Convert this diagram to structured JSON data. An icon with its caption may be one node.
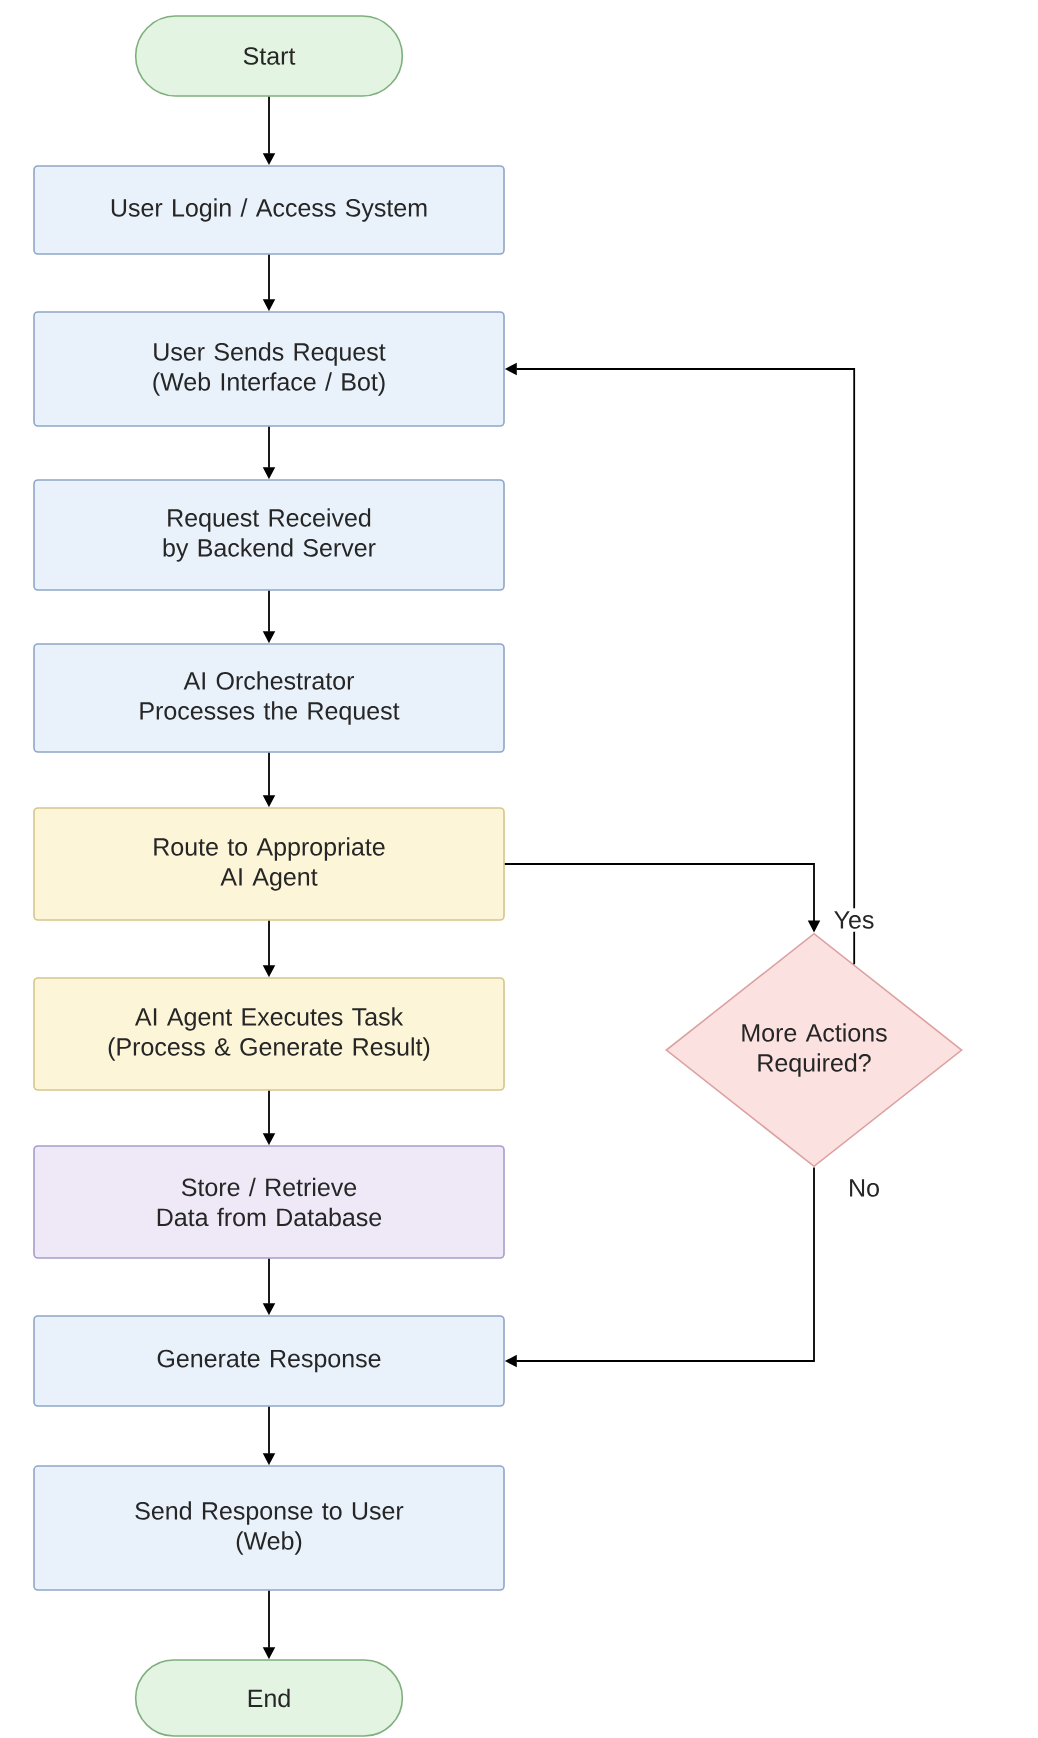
{
  "diagram": {
    "nodes": [
      {
        "text": [
          "Start"
        ]
      },
      {
        "text": [
          "User Login / Access System"
        ]
      },
      {
        "text": [
          "User Sends Request",
          "(Web Interface / Bot)"
        ]
      },
      {
        "text": [
          "Request Received by Backend Server"
        ]
      },
      {
        "text": [
          "AI Orchestrator Processes the Request"
        ]
      },
      {
        "text": [
          "Route to Appropriate AI Agent"
        ]
      },
      {
        "text": [
          "AI Agent Executes Task",
          "(Process & Generate Result)"
        ]
      },
      {
        "text": [
          "Store / Retrieve Data from Database"
        ]
      },
      {
        "text": [
          "Generate Response"
        ]
      },
      {
        "text": [
          "Send Response to User",
          "(Web)"
        ]
      },
      {
        "text": [
          "End"
        ]
      },
      {
        "text": [
          "More Actions Required?"
        ]
      }
    ],
    "edges": [
      {
        "from": 0,
        "to": 1,
        "arrow": "to"
      },
      {
        "from": 1,
        "to": 2,
        "arrow": "to"
      },
      {
        "from": 2,
        "to": 3,
        "arrow": "to"
      },
      {
        "from": 3,
        "to": 4,
        "arrow": "to"
      },
      {
        "from": 4,
        "to": 5,
        "arrow": "to"
      },
      {
        "from": 5,
        "to": 6,
        "arrow": "to"
      },
      {
        "from": 6,
        "to": 7,
        "arrow": "to"
      },
      {
        "from": 7,
        "to": 8,
        "arrow": "to"
      },
      {
        "from": 8,
        "to": 9,
        "arrow": "to"
      },
      {
        "from": 9,
        "to": 10,
        "arrow": "to"
      },
      {
        "from": 5,
        "to": 11,
        "arrow": "to"
      },
      {
        "from": 11,
        "to": 2,
        "arrow": "to",
        "label": "Yes"
      },
      {
        "from": 11,
        "to": 8,
        "arrow": "to",
        "label": "No"
      }
    ]
  }
}
